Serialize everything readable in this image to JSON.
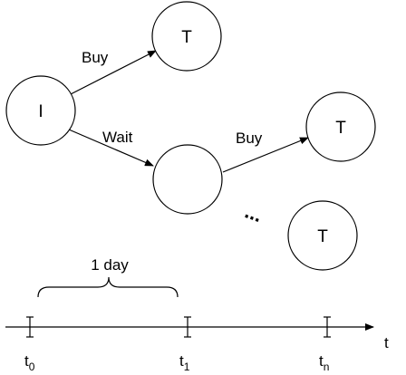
{
  "nodes": [
    {
      "id": "initial",
      "label": "I"
    },
    {
      "id": "terminal-1",
      "label": "T"
    },
    {
      "id": "wait-state",
      "label": ""
    },
    {
      "id": "terminal-2",
      "label": "T"
    },
    {
      "id": "terminal-3",
      "label": "T"
    }
  ],
  "edges": [
    {
      "from": "initial",
      "to": "terminal-1",
      "label": "Buy"
    },
    {
      "from": "initial",
      "to": "wait-state",
      "label": "Wait"
    },
    {
      "from": "wait-state",
      "to": "terminal-2",
      "label": "Buy"
    }
  ],
  "continuation": "...",
  "brace_label": "1 day",
  "timeline": {
    "axis_label": "t",
    "ticks": [
      {
        "base": "t",
        "sub": "0"
      },
      {
        "base": "t",
        "sub": "1"
      },
      {
        "base": "t",
        "sub": "n"
      }
    ]
  }
}
